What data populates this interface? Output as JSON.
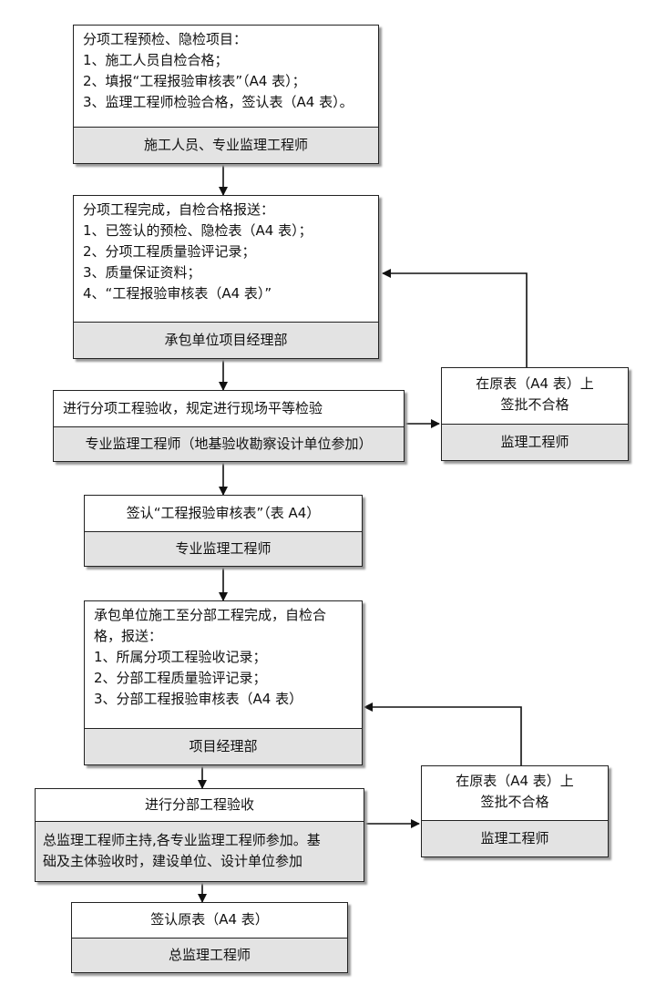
{
  "boxes": {
    "b1": {
      "lines": [
        "分项工程预检、隐检项目：",
        "1、施工人员自检合格；",
        "2、填报“工程报验审核表”（A4 表）；",
        "3、监理工程师检验合格，签认表（A4 表）。"
      ],
      "footer": "施工人员、专业监理工程师"
    },
    "b2": {
      "lines": [
        "分项工程完成，自检合格报送：",
        "1、已签认的预检、隐检表（A4 表）；",
        "2、分项工程质量验评记录；",
        "3、质量保证资料；",
        "4、“工程报验审核表（A4 表）”"
      ],
      "footer": "承包单位项目经理部"
    },
    "b3": {
      "lines": [
        "进行分项工程验收，规定进行现场平等检验"
      ],
      "footer": "专业监理工程师（地基验收勘察设计单位参加）"
    },
    "r1": {
      "lines": [
        "在原表（A4 表）上",
        "签批不合格"
      ],
      "footer": "监理工程师"
    },
    "b4": {
      "lines": [
        "签认“工程报验审核表”（表 A4）"
      ],
      "footer": "专业监理工程师"
    },
    "b5": {
      "lines": [
        "承包单位施工至分部工程完成，自检合",
        "格，报送：",
        "1、所属分项工程验收记录；",
        "2、分部工程质量验评记录；",
        "3、分部工程报验审核表（A4 表）"
      ],
      "footer": "项目经理部"
    },
    "b6": {
      "lines": [
        "进行分部工程验收"
      ],
      "footer_lines": [
        "总监理工程师主持,各专业监理工程师参加。基",
        "础及主体验收时，建设单位、设计单位参加"
      ]
    },
    "r2": {
      "lines": [
        "在原表（A4 表）上",
        "签批不合格"
      ],
      "footer": "监理工程师"
    },
    "b7": {
      "lines": [
        "签认原表（A4 表）"
      ],
      "footer": "总监理工程师"
    }
  }
}
